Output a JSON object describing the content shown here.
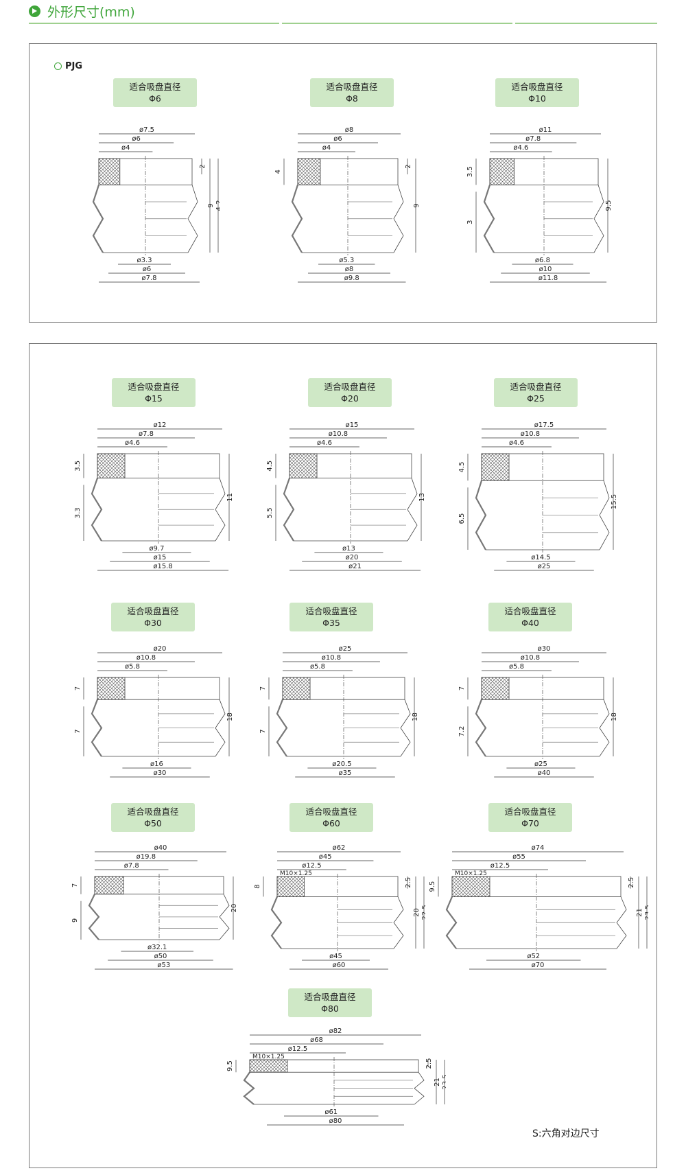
{
  "header": {
    "title": "外形尺寸(mm)",
    "icon": "arrow-circle-icon",
    "accent": "#3fa53a"
  },
  "series": "PJG",
  "badge_label": "适合吸盘直径",
  "cups": [
    {
      "size": "Φ6",
      "dims": {
        "top": [
          "ø7.5",
          "ø6",
          "ø4"
        ],
        "bottom": [
          "ø3.3",
          "ø6",
          "ø7.8"
        ],
        "right": [
          "2",
          "9",
          "4.2"
        ],
        "left": []
      }
    },
    {
      "size": "Φ8",
      "dims": {
        "top": [
          "ø8",
          "ø6",
          "ø4"
        ],
        "bottom": [
          "ø5.3",
          "ø8",
          "ø9.8"
        ],
        "right": [
          "2",
          "9"
        ],
        "left": [
          "4"
        ]
      }
    },
    {
      "size": "Φ10",
      "dims": {
        "top": [
          "ø11",
          "ø7.8",
          "ø4.6"
        ],
        "bottom": [
          "ø6.8",
          "ø10",
          "ø11.8"
        ],
        "right": [
          "9.5"
        ],
        "left": [
          "3.5",
          "3"
        ]
      }
    },
    {
      "size": "Φ15",
      "dims": {
        "top": [
          "ø12",
          "ø7.8",
          "ø4.6"
        ],
        "bottom": [
          "ø9.7",
          "ø15",
          "ø15.8"
        ],
        "right": [
          "11"
        ],
        "left": [
          "3.5",
          "3.3"
        ]
      }
    },
    {
      "size": "Φ20",
      "dims": {
        "top": [
          "ø15",
          "ø10.8",
          "ø4.6"
        ],
        "bottom": [
          "ø13",
          "ø20",
          "ø21"
        ],
        "right": [
          "13"
        ],
        "left": [
          "4.5",
          "5.5"
        ]
      }
    },
    {
      "size": "Φ25",
      "dims": {
        "top": [
          "ø17.5",
          "ø10.8",
          "ø4.6"
        ],
        "bottom": [
          "ø14.5",
          "ø25"
        ],
        "right": [
          "15.5"
        ],
        "left": [
          "4.5",
          "6.5"
        ]
      }
    },
    {
      "size": "Φ30",
      "dims": {
        "top": [
          "ø20",
          "ø10.8",
          "ø5.8"
        ],
        "bottom": [
          "ø16",
          "ø30"
        ],
        "right": [
          "18"
        ],
        "left": [
          "7",
          "7"
        ]
      }
    },
    {
      "size": "Φ35",
      "dims": {
        "top": [
          "ø25",
          "ø10.8",
          "ø5.8"
        ],
        "bottom": [
          "ø20.5",
          "ø35"
        ],
        "right": [
          "18"
        ],
        "left": [
          "7",
          "7"
        ]
      }
    },
    {
      "size": "Φ40",
      "dims": {
        "top": [
          "ø30",
          "ø10.8",
          "ø5.8"
        ],
        "bottom": [
          "ø25",
          "ø40"
        ],
        "right": [
          "18"
        ],
        "left": [
          "7",
          "7.2"
        ]
      }
    },
    {
      "size": "Φ50",
      "dims": {
        "top": [
          "ø40",
          "ø19.8",
          "ø7.8"
        ],
        "bottom": [
          "ø32.1",
          "ø50",
          "ø53"
        ],
        "right": [
          "20"
        ],
        "left": [
          "7",
          "9"
        ]
      }
    },
    {
      "size": "Φ60",
      "dims": {
        "top": [
          "ø62",
          "ø45",
          "ø12.5"
        ],
        "bottom": [
          "ø45",
          "ø60"
        ],
        "right": [
          "2.5",
          "20",
          "22.5"
        ],
        "left": [
          "8"
        ],
        "thread": "M10×1.25"
      }
    },
    {
      "size": "Φ70",
      "dims": {
        "top": [
          "ø74",
          "ø55",
          "ø12.5"
        ],
        "bottom": [
          "ø52",
          "ø70"
        ],
        "right": [
          "2.5",
          "21",
          "23.5"
        ],
        "left": [
          "9.5"
        ],
        "thread": "M10×1.25"
      }
    },
    {
      "size": "Φ80",
      "dims": {
        "top": [
          "ø82",
          "ø68",
          "ø12.5"
        ],
        "bottom": [
          "ø61",
          "ø80"
        ],
        "right": [
          "2.5",
          "21",
          "23.5"
        ],
        "left": [
          "9.5"
        ],
        "thread": "M10×1.25"
      }
    }
  ],
  "note": "S:六角对边尺寸"
}
